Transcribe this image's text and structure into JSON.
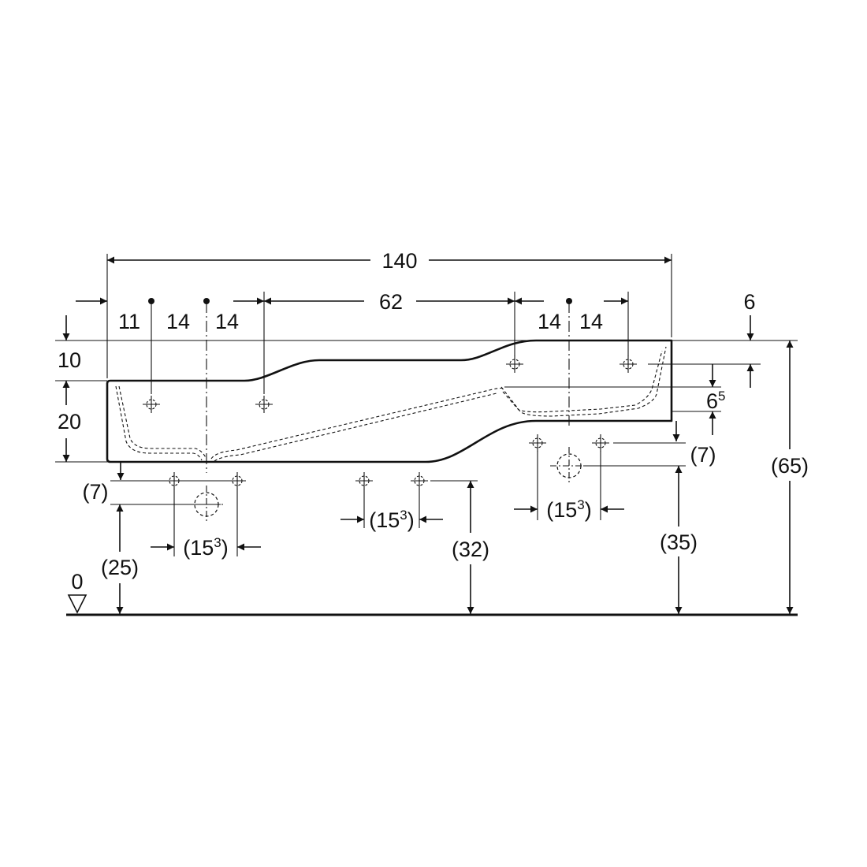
{
  "dimensions": {
    "total_width": "140",
    "left_edge_offset": "11",
    "left_hole_spacing_a": "14",
    "left_hole_spacing_b": "14",
    "middle_span": "62",
    "right_hole_spacing_a": "14",
    "right_hole_spacing_b": "14",
    "left_top_step": "10",
    "left_body_height": "20",
    "right_top_offset": "6",
    "right_inner_offset_base": "6",
    "right_inner_offset_sup": "5",
    "right_drain_offset": "(7)",
    "left_drain_offset": "(7)",
    "overall_height": "(65)",
    "right_drain_height": "(35)",
    "middle_drain_height": "(32)",
    "left_drain_height": "(25)",
    "drain_spacing_base": "(15",
    "drain_spacing_sup": "3",
    "drain_spacing_close": ")",
    "floor_level": "0"
  }
}
